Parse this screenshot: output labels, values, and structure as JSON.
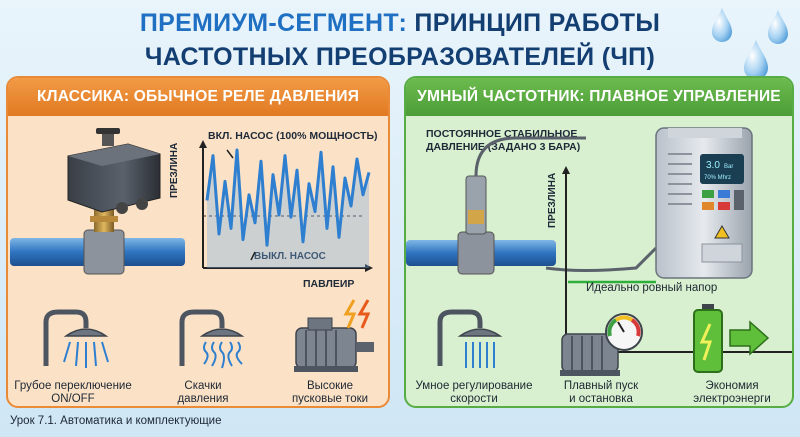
{
  "title": {
    "line1_accent": "ПРЕМИУМ-СЕГМЕНТ:",
    "line1_rest": " ПРИНЦИП РАБОТЫ",
    "line2": "ЧАСТОТНЫХ ПРЕОБРАЗОВАТЕЛЕЙ (ЧП)"
  },
  "left_panel": {
    "header": "КЛАССИКА: ОБЫЧНОЕ РЕЛЕ ДАВЛЕНИЯ",
    "annotation_on": "ВКЛ. НАСОС (100% МОЩНОСТЬ)",
    "annotation_off": "ВЫКЛ. НАСОС",
    "y_axis_label": "ПРЕЗЛИНА",
    "x_axis_label": "ПАВЛЕИР",
    "icons": [
      {
        "caption_line1": "Грубое переключение",
        "caption_line2": "ON/OFF",
        "icon": "shower-icon"
      },
      {
        "caption_line1": "Скачки",
        "caption_line2": "давления",
        "icon": "shower-icon"
      },
      {
        "caption_line1": "Высокие",
        "caption_line2": "пусковые токи",
        "icon": "motor-icon"
      }
    ]
  },
  "right_panel": {
    "header": "УМНЫЙ ЧАСТОТНИК: ПЛАВНОЕ УПРАВЛЕНИЕ",
    "annotation_line1": "ПОСТОЯННОЕ СТАБИЛЬНОЕ",
    "annotation_line2": "ДАВЛЕНИЕ (ЗАДАНО 3 БАРА)",
    "y_axis_label": "ПРЕЗЛИНА",
    "x_axis_caption": "Идеально ровный напор",
    "vfd_display_line1": "3.0",
    "vfd_display_unit1": "Bar",
    "vfd_display_line2": "70% Mhrz",
    "icons": [
      {
        "caption_line1": "Умное регулирование",
        "caption_line2": "скорости",
        "icon": "shower-icon"
      },
      {
        "caption_line1": "Плавный пуск",
        "caption_line2": "и остановка",
        "icon": "motor-gauge-icon"
      },
      {
        "caption_line1": "Экономия",
        "caption_line2": "электроэнерги",
        "icon": "battery-icon"
      }
    ]
  },
  "footer": "Урок 7.1. Автоматика и комплектующие",
  "colors": {
    "title_dark": "#133e72",
    "title_accent": "#1f6fc2",
    "left_accent": "#e17a22",
    "right_accent": "#4d9d38",
    "wave_blue": "#2f7fd0",
    "stable_green": "#2fae3c"
  },
  "chart_data": {
    "type": "line",
    "series": [
      {
        "values": [
          0.55,
          0.95,
          0.25,
          0.72,
          0.3,
          1.0,
          0.2,
          0.6,
          0.35,
          0.9,
          0.15,
          0.78,
          0.42,
          0.95,
          0.4,
          0.82,
          0.18,
          0.7,
          0.45,
          0.98,
          0.3,
          0.85,
          0.22,
          0.75,
          0.5,
          0.92,
          0.6,
          0.8
        ]
      }
    ]
  }
}
